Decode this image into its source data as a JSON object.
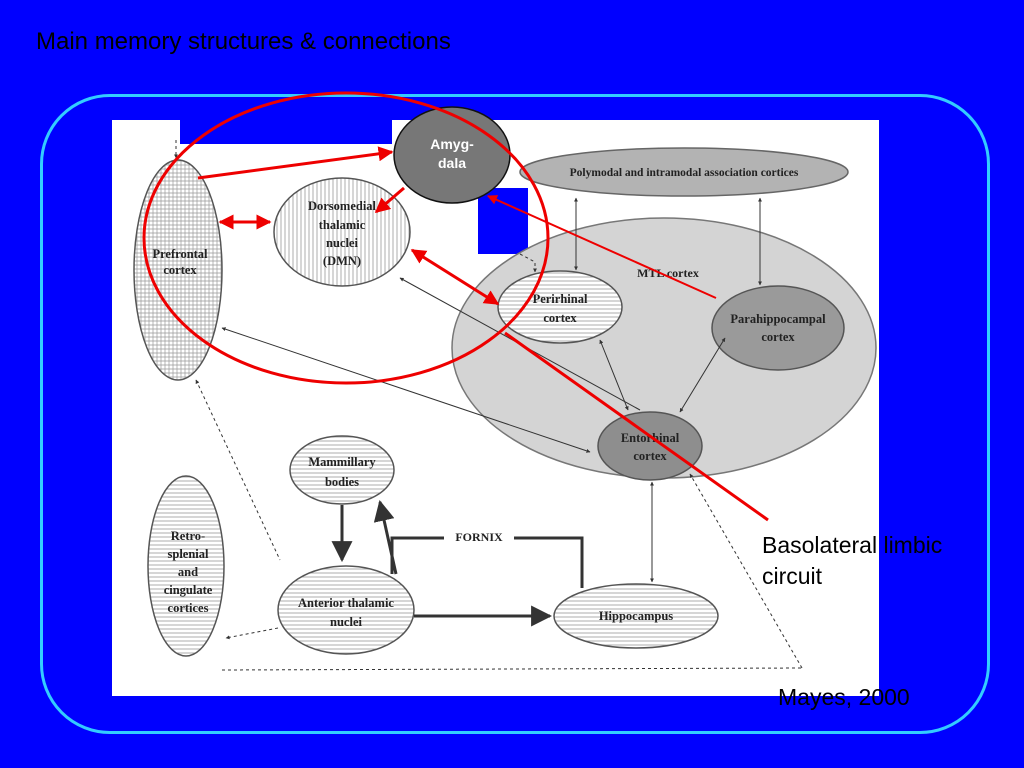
{
  "title": "Main memory structures & connections",
  "caption": {
    "line1": "Basolateral limbic",
    "line2": "circuit"
  },
  "credit": "Mayes, 2000",
  "nodes": {
    "amygdala": [
      "Amyg-",
      "dala"
    ],
    "polymodal": "Polymodal and intramodal association cortices",
    "mtl": "MTL cortex",
    "prefrontal": [
      "Prefrontal",
      "cortex"
    ],
    "dmn": [
      "Dorsomedial",
      "thalamic",
      "nuclei",
      "(DMN)"
    ],
    "perirhinal": [
      "Perirhinal",
      "cortex"
    ],
    "parahippocampal": [
      "Parahippocampal",
      "cortex"
    ],
    "entorhinal": [
      "Entorhinal",
      "cortex"
    ],
    "mammillary": [
      "Mammillary",
      "bodies"
    ],
    "retrosplenial": [
      "Retro-",
      "splenial",
      "and",
      "cingulate",
      "cortices"
    ],
    "anterior_thalamic": [
      "Anterior thalamic",
      "nuclei"
    ],
    "hippocampus": "Hippocampus",
    "fornix": "FORNIX"
  },
  "colors": {
    "background": "#0000ff",
    "frame": "#33ccff",
    "highlight": "#ee0000",
    "amygdala": "#777777"
  }
}
